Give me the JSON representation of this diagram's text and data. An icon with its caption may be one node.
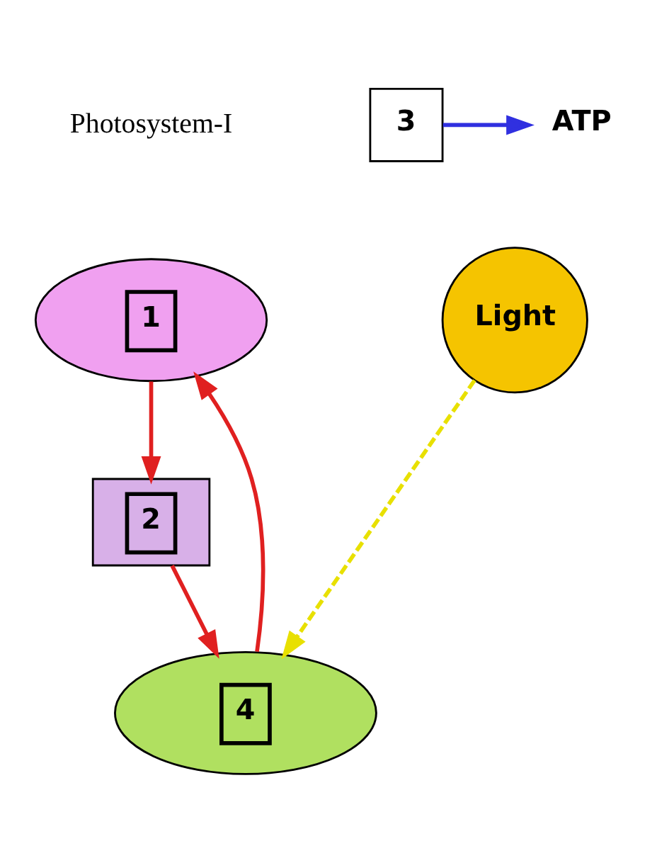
{
  "diagram": {
    "nodes": [
      {
        "text": [
          "1"
        ]
      },
      {
        "text": [
          "Light"
        ]
      },
      {
        "text": [
          "ATP"
        ]
      },
      {
        "text": [
          "3"
        ]
      },
      {
        "text": [
          "2"
        ]
      },
      {
        "text": [
          "4"
        ]
      }
    ],
    "edges": [
      {
        "from": 0,
        "to": 4,
        "arrow": "to"
      },
      {
        "from": 4,
        "to": 5,
        "arrow": "to"
      },
      {
        "from": 5,
        "to": 0,
        "arrow": "to"
      },
      {
        "from": 1,
        "to": 5,
        "arrow": "to",
        "style": "dashed",
        "color": "#e8e000"
      },
      {
        "from": 3,
        "to": 2,
        "arrow": "to",
        "color": "#3030e0"
      }
    ],
    "labels": [
      "Photosystem-I"
    ]
  }
}
